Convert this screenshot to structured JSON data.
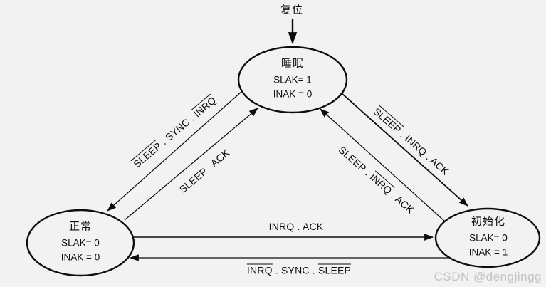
{
  "canvas": {
    "background": "#f2f2f2",
    "line_color": "#0d0d0d",
    "watermark": {
      "text": "CSDN @dengjingg",
      "color": "#c3c3c3"
    }
  },
  "reset": {
    "label": "复位"
  },
  "states": {
    "sleep": {
      "name": "睡眠",
      "regs": [
        "SLAK= 1",
        "INAK = 0"
      ]
    },
    "normal": {
      "name": "正常",
      "regs": [
        "SLAK= 0",
        "INAK = 0"
      ]
    },
    "init": {
      "name": "初始化",
      "regs": [
        "SLAK= 0",
        "INAK = 1"
      ]
    }
  },
  "transitions": {
    "sleep_to_normal": {
      "from": "sleep",
      "to": "normal",
      "segments": [
        {
          "text": "SLEEP",
          "overline": true
        },
        {
          "text": " . SYNC . ",
          "overline": false
        },
        {
          "text": "INRQ",
          "overline": true
        }
      ]
    },
    "normal_to_sleep": {
      "from": "normal",
      "to": "sleep",
      "segments": [
        {
          "text": "SLEEP . ACK",
          "overline": false
        }
      ]
    },
    "sleep_to_init": {
      "from": "sleep",
      "to": "init",
      "segments": [
        {
          "text": "SLEEP",
          "overline": true
        },
        {
          "text": " . INRQ . ACK",
          "overline": false
        }
      ]
    },
    "init_to_sleep": {
      "from": "init",
      "to": "sleep",
      "segments": [
        {
          "text": "SLEEP . ",
          "overline": false
        },
        {
          "text": "INRQ",
          "overline": true
        },
        {
          "text": " . ACK",
          "overline": false
        }
      ]
    },
    "normal_to_init": {
      "from": "normal",
      "to": "init",
      "segments": [
        {
          "text": "INRQ . ACK",
          "overline": false
        }
      ]
    },
    "init_to_normal": {
      "from": "init",
      "to": "normal",
      "segments": [
        {
          "text": "INRQ",
          "overline": true
        },
        {
          "text": " . SYNC . ",
          "overline": false
        },
        {
          "text": "SLEEP",
          "overline": true
        }
      ]
    }
  }
}
